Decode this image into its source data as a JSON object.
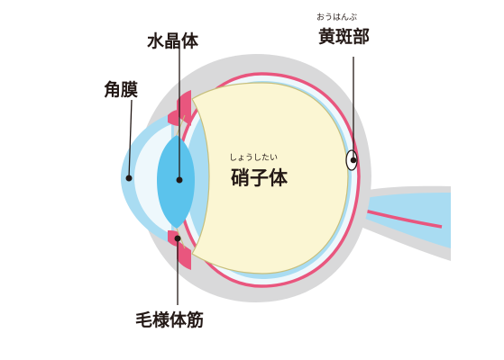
{
  "labels": {
    "lens": "水晶体",
    "macula": "黄斑部",
    "macula_ruby": "おうはんぶ",
    "cornea": "角膜",
    "vitreous": "硝子体",
    "vitreous_ruby": "しょうしたい",
    "ciliary_muscle": "毛様体筋"
  },
  "colors": {
    "sclera": "#d9d9da",
    "choroid": "#e9567e",
    "retina_blue": "#a9dcf2",
    "vitreous_fill": "#fbf6d3",
    "lens_fill": "#5bc3ec",
    "cornea_fill": "#a9dcf2",
    "aqueous": "#eef8fc",
    "ink": "#231815"
  }
}
